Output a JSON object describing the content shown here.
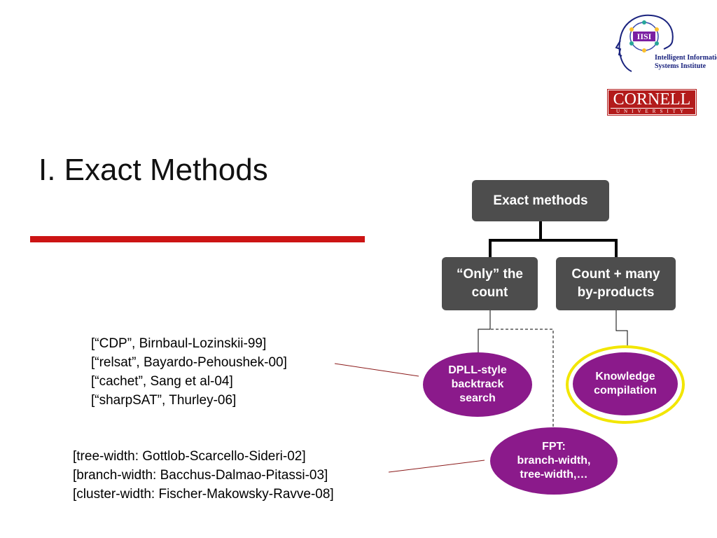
{
  "slide": {
    "title": "I. Exact Methods",
    "colors": {
      "accent_red": "#cc1414",
      "box_gray": "#4d4d4d",
      "ellipse_purple": "#8b1a8b",
      "highlight_yellow": "#f2e600"
    }
  },
  "logos": {
    "iisi": {
      "mark": "IISI",
      "line1": "Intelligent Information",
      "line2": "Systems Institute"
    },
    "cornell": {
      "main": "CORNELL",
      "sub": "UNIVERSITY"
    }
  },
  "diagram": {
    "root": "Exact methods",
    "branches": [
      {
        "line1": "“Only” the",
        "line2": "count"
      },
      {
        "line1": "Count + many",
        "line2": "by-products"
      }
    ],
    "leaves": {
      "dpll": {
        "line1": "DPLL-style",
        "line2": "backtrack",
        "line3": "search"
      },
      "knowledge": {
        "line1": "Knowledge",
        "line2": "compilation"
      },
      "fpt": {
        "line1": "FPT:",
        "line2": "branch-width,",
        "line3": "tree-width,…"
      }
    }
  },
  "references": {
    "dpll_refs": [
      "[“CDP”, Birnbaul-Lozinskii-99]",
      "[“relsat”, Bayardo-Pehoushek-00]",
      "[“cachet”, Sang et al-04]",
      "[“sharpSAT”, Thurley-06]"
    ],
    "fpt_refs": [
      "[tree-width: Gottlob-Scarcello-Sideri-02]",
      "[branch-width: Bacchus-Dalmao-Pitassi-03]",
      "[cluster-width: Fischer-Makowsky-Ravve-08]"
    ]
  }
}
